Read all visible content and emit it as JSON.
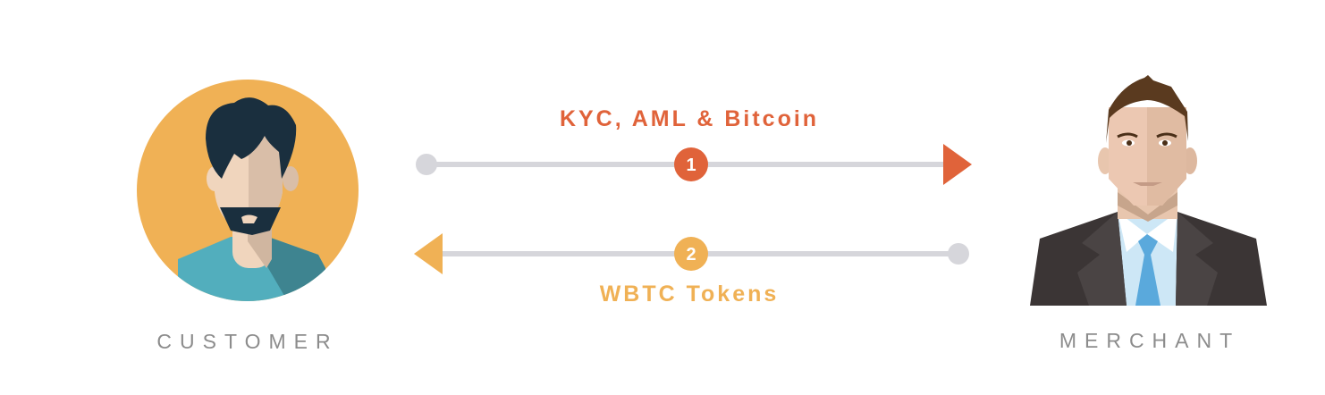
{
  "actors": {
    "customer": {
      "label": "CUSTOMER"
    },
    "merchant": {
      "label": "MERCHANT"
    }
  },
  "flows": [
    {
      "step": "1",
      "label": "KYC, AML & Bitcoin",
      "direction": "customer-to-merchant",
      "color": "#e0633a"
    },
    {
      "step": "2",
      "label": "WBTC Tokens",
      "direction": "merchant-to-customer",
      "color": "#f0b155"
    }
  ],
  "colors": {
    "line": "#d6d6db",
    "customer_bg": "#f0b155",
    "suit": "#3b3535",
    "tie": "#5aa9dc"
  }
}
